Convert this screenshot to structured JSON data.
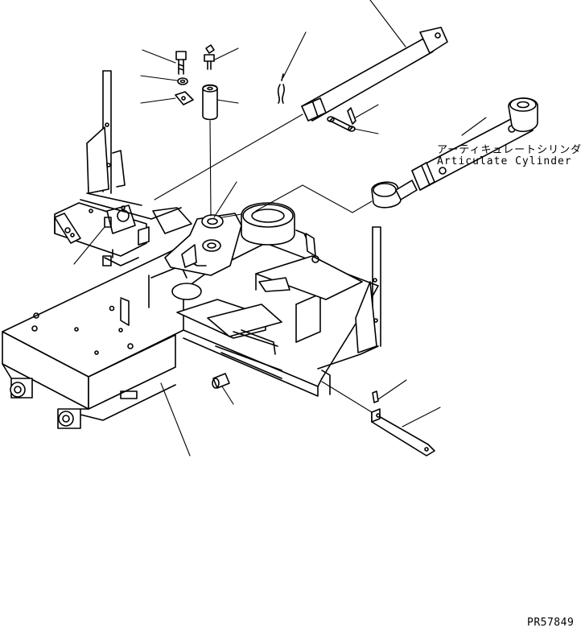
{
  "callout": {
    "label_jp": "アーティキュレートシリンダ",
    "label_en": "Articulate Cylinder"
  },
  "drawing_code": "PR57849"
}
